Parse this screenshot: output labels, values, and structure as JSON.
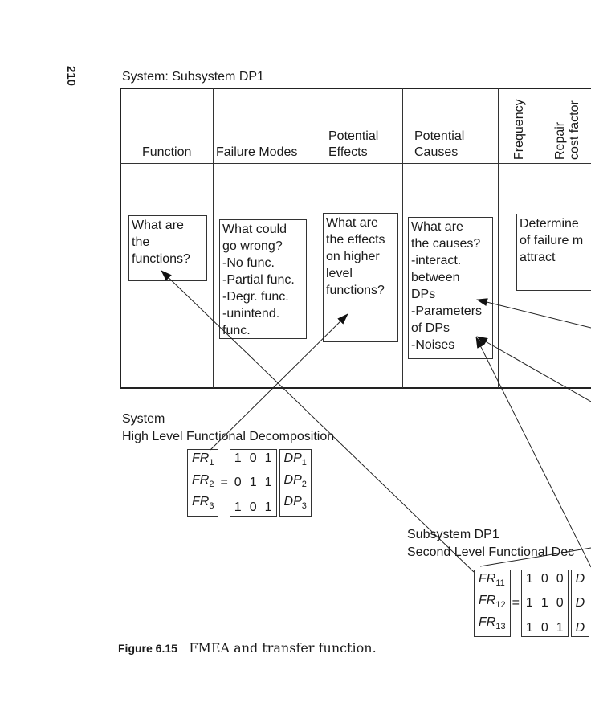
{
  "page_number": "210",
  "table": {
    "title": "System: Subsystem DP1",
    "headers": {
      "function": "Function",
      "failure_modes": "Failure Modes",
      "potential_effects": "Potential\nEffects",
      "potential_causes": "Potential\nCauses",
      "frequency": "Frequency",
      "repair_cost_line1": "Repair",
      "repair_cost_line2": "cost factor"
    },
    "boxes": {
      "function": "What are\nthe\nfunctions?",
      "failure_modes": "What could\ngo wrong?\n-No func.\n-Partial func.\n-Degr. func.\n-unintend.\nfunc.",
      "effects": "What are\nthe effects\non higher\nlevel\nfunctions?",
      "causes": "What are\nthe causes?\n-interact.\nbetween\nDPs\n-Parameters\nof DPs\n-Noises",
      "determine": "Determine\nof failure m\nattract"
    }
  },
  "system_decomposition": {
    "label_line1": "System",
    "label_line2": "High Level Functional Decomposition",
    "lhs": [
      {
        "base": "FR",
        "sub": "1"
      },
      {
        "base": "FR",
        "sub": "2"
      },
      {
        "base": "FR",
        "sub": "3"
      }
    ],
    "equals": "=",
    "matrix": [
      [
        "1",
        "0",
        "1"
      ],
      [
        "0",
        "1",
        "1"
      ],
      [
        "1",
        "0",
        "1"
      ]
    ],
    "rhs": [
      {
        "base": "DP",
        "sub": "1"
      },
      {
        "base": "DP",
        "sub": "2"
      },
      {
        "base": "DP",
        "sub": "3"
      }
    ]
  },
  "subsystem_decomposition": {
    "label_line1": "Subsystem DP1",
    "label_line2": "Second Level Functional Dec",
    "lhs": [
      {
        "base": "FR",
        "sub": "11"
      },
      {
        "base": "FR",
        "sub": "12"
      },
      {
        "base": "FR",
        "sub": "13"
      }
    ],
    "equals": "=",
    "matrix": [
      [
        "1",
        "0",
        "0"
      ],
      [
        "1",
        "1",
        "0"
      ],
      [
        "1",
        "0",
        "1"
      ]
    ],
    "rhs": [
      {
        "base": "D",
        "sub": ""
      },
      {
        "base": "D",
        "sub": ""
      },
      {
        "base": "D",
        "sub": ""
      }
    ]
  },
  "caption": {
    "figure_label": "Figure 6.15",
    "text": "FMEA and transfer function."
  }
}
